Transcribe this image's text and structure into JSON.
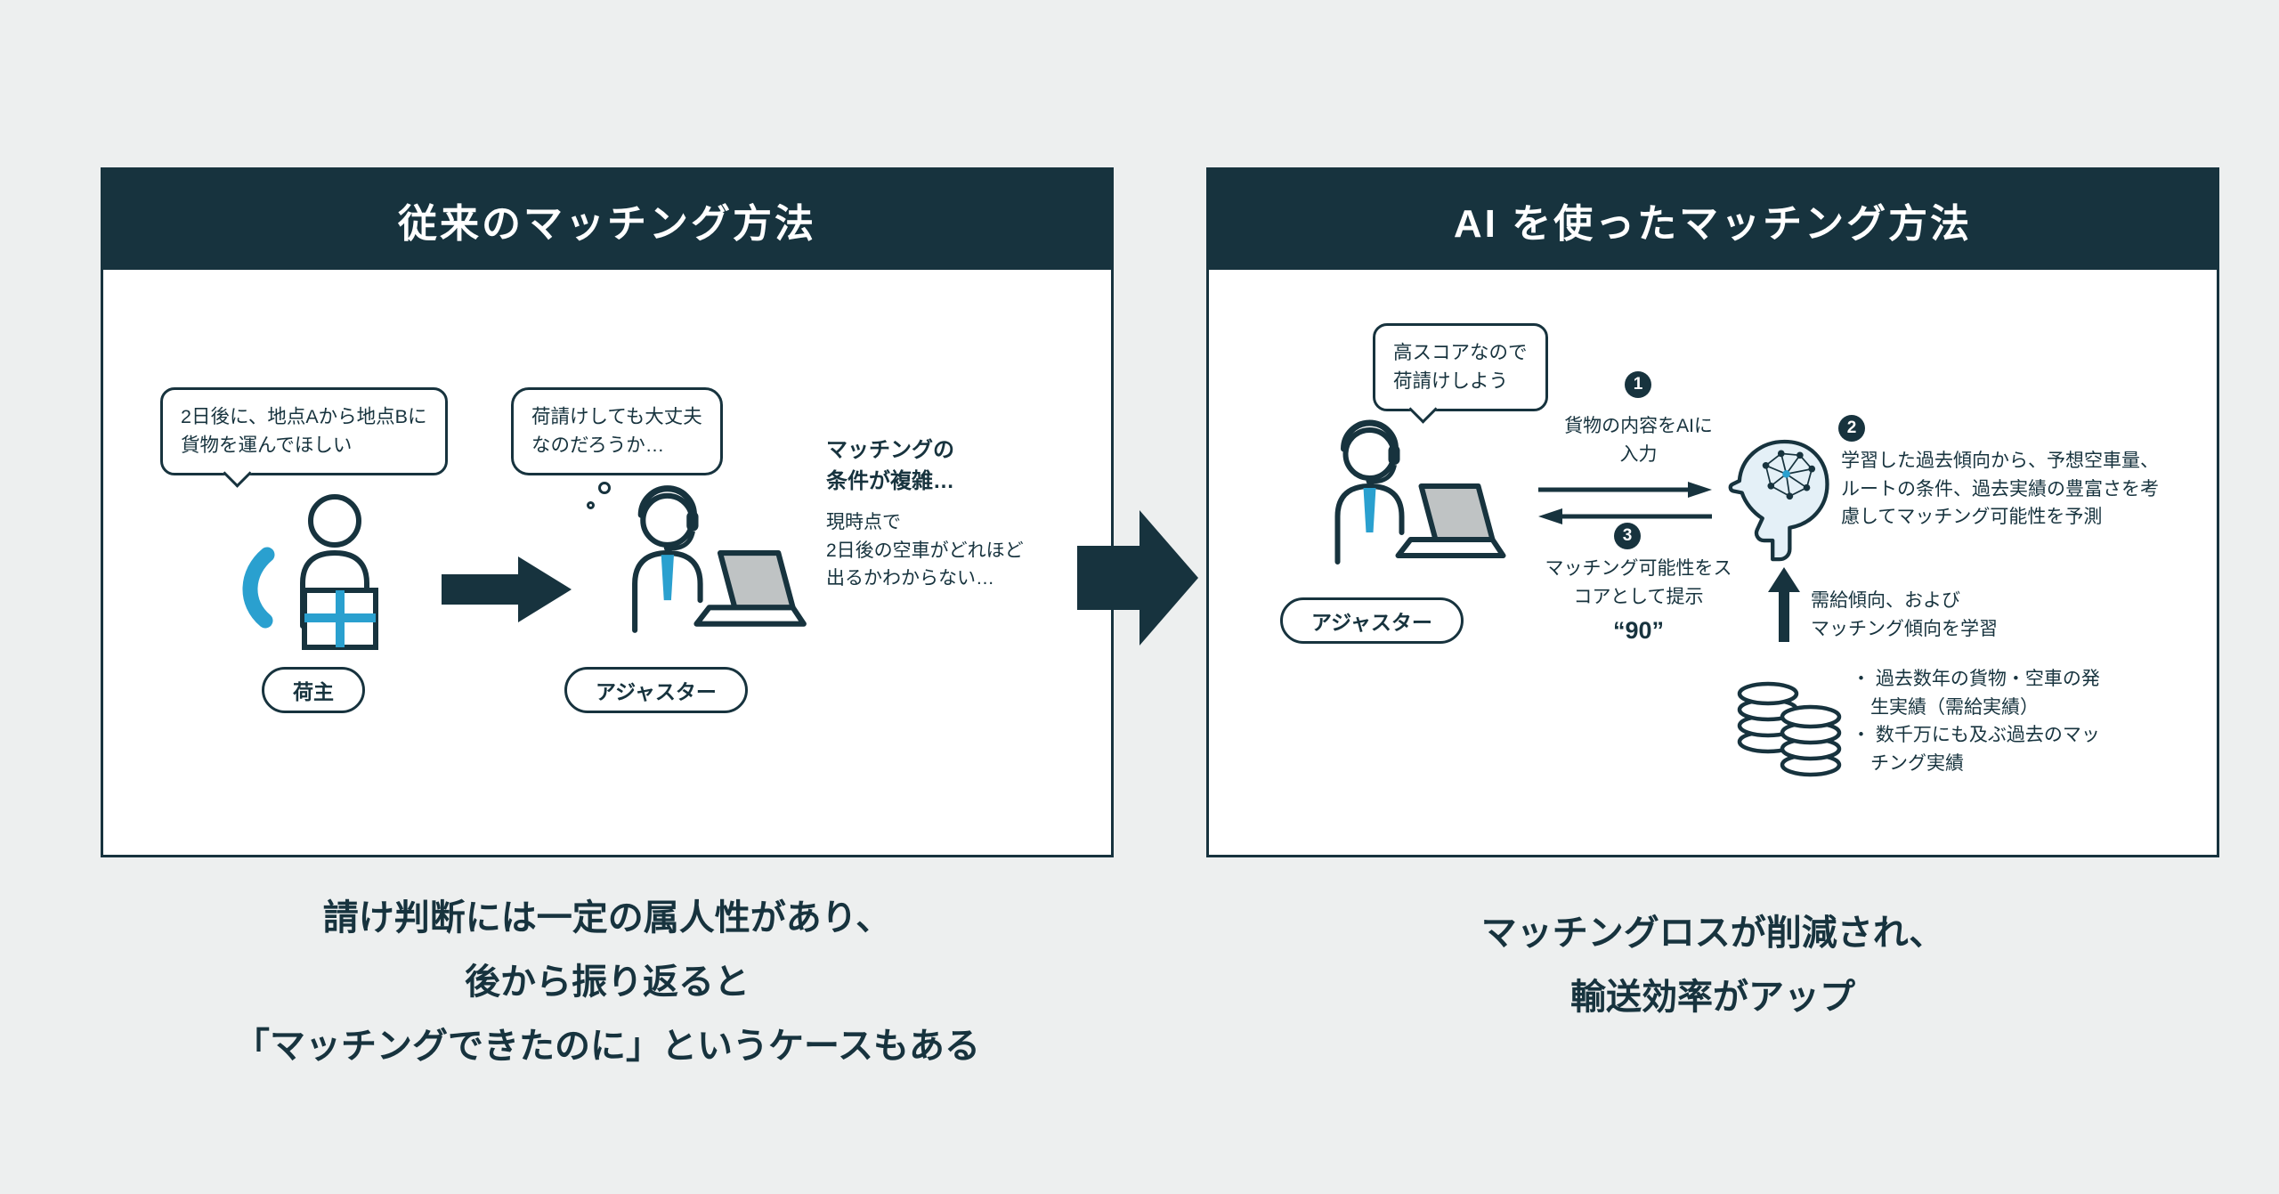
{
  "colors": {
    "dark": "#17333e",
    "blue": "#2aa0cf",
    "bg": "#edefef",
    "gray": "#bfc3c4",
    "headfill": "#e4f0f7"
  },
  "left": {
    "title": "従来のマッチング方法",
    "shipper_bubble": "2日後に、地点Aから地点Bに\n貨物を運んでほしい",
    "shipper_label": "荷主",
    "thought_bubble": "荷請けしても大丈夫\nなのだろうか…",
    "adjuster_label": "アジャスター",
    "problem_title": "マッチングの\n条件が複雑…",
    "problem_body": "現時点で\n2日後の空車がどれほど\n出るかわからない…",
    "caption": "請け判断には一定の属人性があり、\n後から振り返ると\n「マッチングできたのに」というケースもある"
  },
  "right": {
    "title": "AI を使ったマッチング方法",
    "adjuster_bubble": "高スコアなので\n荷請けしよう",
    "adjuster_label": "アジャスター",
    "steps": [
      {
        "num": "1",
        "text": "貨物の内容をAIに\n入力"
      },
      {
        "num": "2",
        "text": "学習した過去傾向から、予想空車量、\nルートの条件、過去実績の豊富さを考\n慮してマッチング可能性を予測"
      },
      {
        "num": "3",
        "text": "マッチング可能性をス\nコアとして提示"
      }
    ],
    "score": "“90”",
    "learn_text": "需給傾向、および\nマッチング傾向を学習",
    "db_bullets": "・ 過去数年の貨物・空車の発\n　生実績（需給実績）\n・ 数千万にも及ぶ過去のマッ\n　チング実績",
    "caption": "マッチングロスが削減され、\n輸送効率がアップ"
  }
}
